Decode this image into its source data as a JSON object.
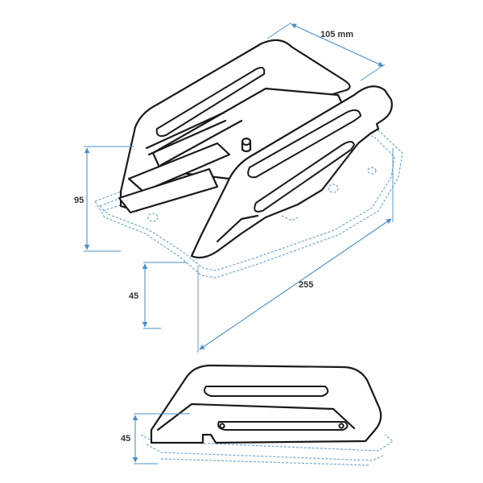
{
  "dimensions": {
    "width_label": "105 mm",
    "height_label": "95",
    "base_height_label": "45",
    "length_label": "255",
    "side_height_label": "45"
  },
  "colors": {
    "outline": "#1a1a1a",
    "dimension": "#4a90c8",
    "dashed": "#6fa8d6"
  }
}
